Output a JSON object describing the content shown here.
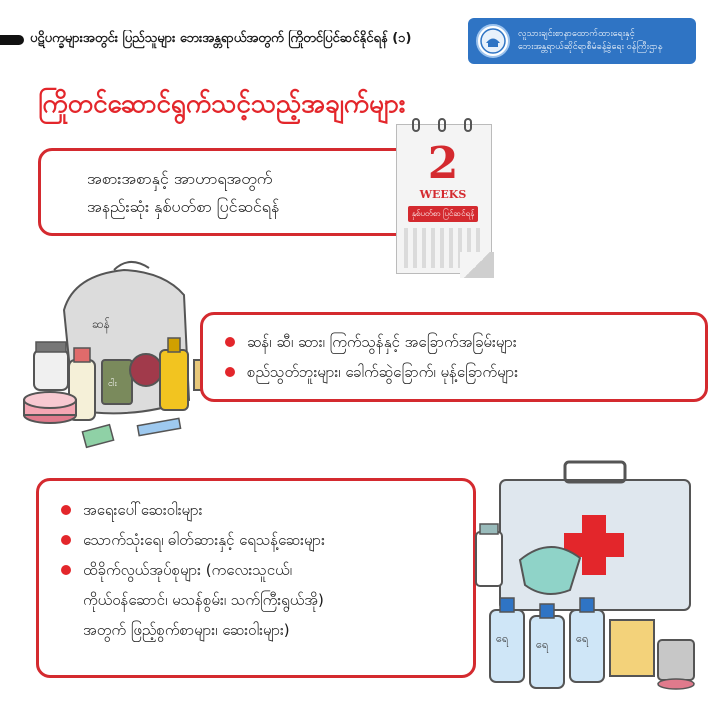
{
  "header": {
    "title": "ပဋိပက္ခများအတွင်း ပြည်သူများ ဘေးအန္တရာယ်အတွက် ကြိုတင်ပြင်ဆင်နိုင်ရန် (၁)",
    "org_line1": "လူသားချင်းစာနာထောက်ထားရေးနှင့်",
    "org_line2": "ဘေးအန္တရာယ်ဆိုင်ရာစီမံခန့်ခွဲရေး ဝန်ကြီးဌာန"
  },
  "section_heading": "ကြိုတင်ဆောင်ရွက်သင့်သည့်အချက်များ",
  "card1": {
    "line1": "အစားအစာနှင့် အာဟာရအတွက်",
    "line2": "အနည်းဆုံး နှစ်ပတ်စာ ပြင်ဆင်ရန်"
  },
  "calendar": {
    "number": "2",
    "label": "WEEKS",
    "tag": "နှစ်ပတ်စာ ပြင်ဆင်ရန်"
  },
  "card2": {
    "items": [
      "ဆန်၊ ဆီ၊ ဆား၊ ကြက်သွန်နှင့် အခြောက်အခြမ်းများ",
      "စည်သွတ်ဘူးများ၊ ခေါက်ဆွဲခြောက်၊ မုန့်ခြောက်များ"
    ]
  },
  "card3": {
    "items": [
      "အရေးပေါ်ဆေးဝါးများ",
      "သောက်သုံးရေ၊ ဓါတ်ဆားနှင့် ရေသန့်ဆေးများ",
      "ထိခိုက်လွယ်အုပ်စုများ (ကလေးသူငယ်၊\nကိုယ်ဝန်ဆောင်၊ မသန်စွမ်း၊ သက်ကြီးရွယ်အို)\nအတွက် ဖြည့်စွက်စာများ၊ ဆေးဝါးများ)"
    ]
  },
  "illustrations": {
    "food_sack_label": "ဆန်",
    "water_label": "ရေ",
    "can_label": "ငါး"
  },
  "colors": {
    "accent_red": "#e3262b",
    "card_border": "#d42a2f",
    "logo_blue": "#2f74c4"
  }
}
